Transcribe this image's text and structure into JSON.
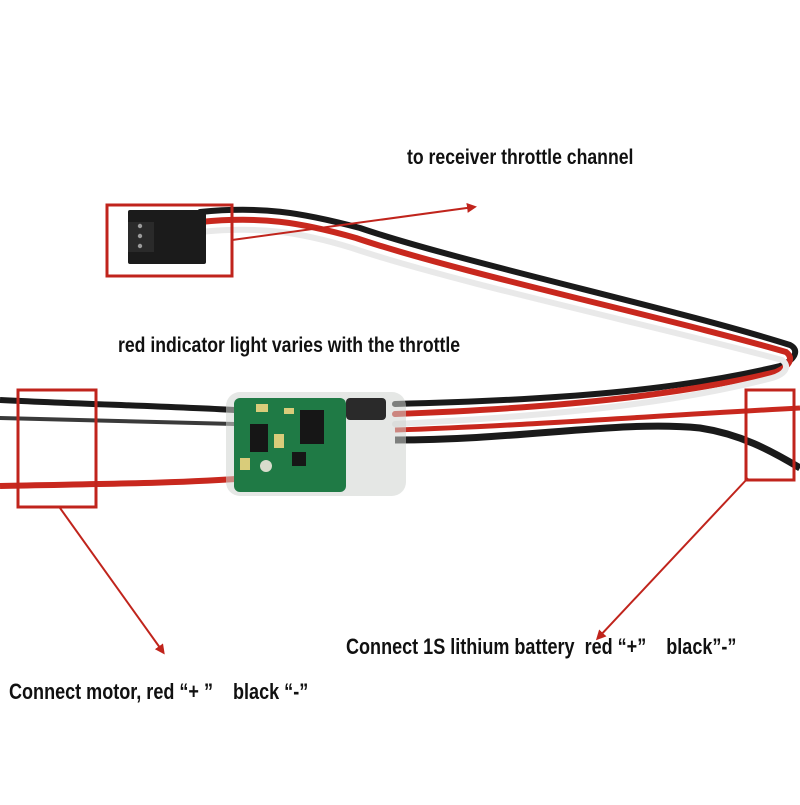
{
  "labels": {
    "receiver": "to receiver throttle channel",
    "indicator": "red indicator light varies with the throttle",
    "battery": "Connect 1S lithium battery  red “+”    black”-”",
    "motor": "Connect motor, red “+ ”    black “-”"
  },
  "colors": {
    "annotation": "#c0241c",
    "wire_red": "#c8281e",
    "wire_black": "#1a1a1a",
    "wire_white": "#f2f2f2",
    "pcb_green": "#1f7a45",
    "connector": "#1b1b1b"
  }
}
